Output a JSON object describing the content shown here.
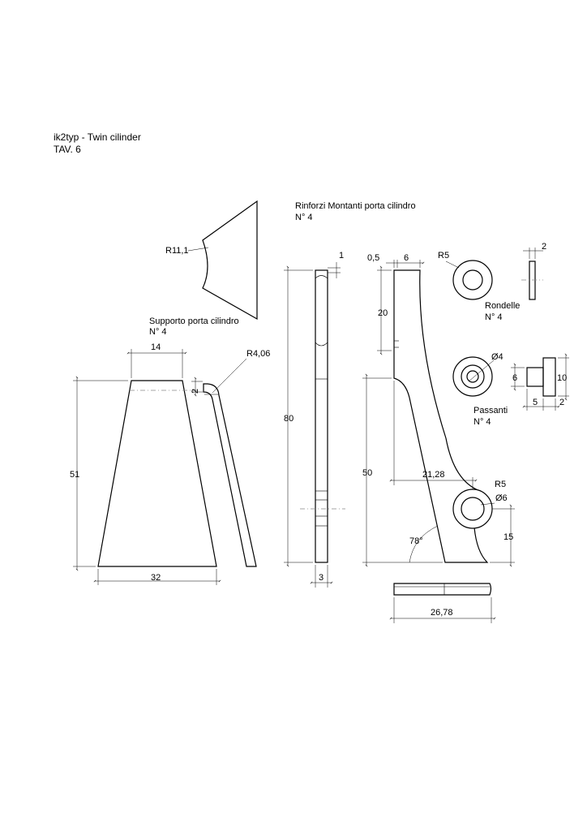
{
  "header": {
    "title": "ik2typ - Twin cilinder",
    "sheet": "TAV. 6"
  },
  "supporto": {
    "title": "Supporto porta cilindro",
    "qty": "N° 4",
    "dims": {
      "radius_top": "R11,1",
      "top_width": "14",
      "height": "51",
      "bottom_width": "32",
      "bend_radius": "R4,06",
      "bend_depth": "2"
    }
  },
  "rinforzi": {
    "title": "Rinforzi Montanti porta cilindro",
    "qty": "N° 4",
    "dims": {
      "top_offset": "1",
      "height": "80",
      "thickness": "3",
      "top_half": "0,5",
      "top_width": "6",
      "upper_height": "20",
      "lower_height": "50",
      "inner_width": "21,28",
      "hole_radius": "R5",
      "hole_dia": "Ø6",
      "hole_height": "15",
      "angle": "78°",
      "total_width": "26,78"
    }
  },
  "rondelle": {
    "title": "Rondelle",
    "qty": "N° 4",
    "dims": {
      "radius": "R5",
      "thickness": "2"
    }
  },
  "passanti": {
    "title": "Passanti",
    "qty": "N° 4",
    "dims": {
      "hole": "Ø4",
      "inner": "6",
      "outer": "10",
      "length": "5",
      "flange": "2"
    }
  }
}
